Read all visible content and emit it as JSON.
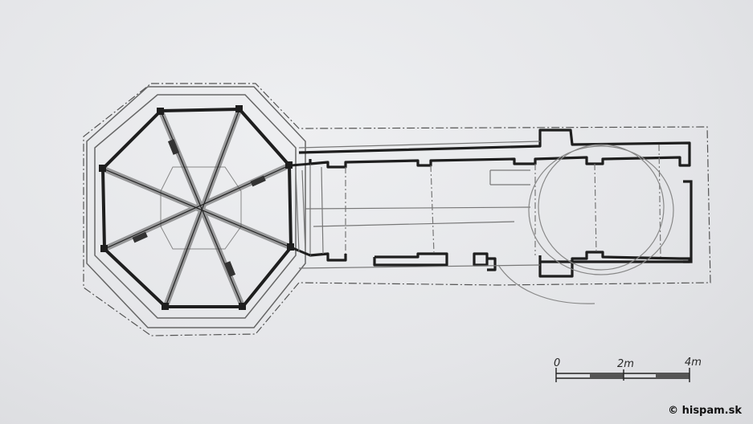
{
  "drawing": {
    "subject": "church-floor-plan-sketch",
    "ink_color": "#222222",
    "pencil_color": "#6b6b6b",
    "paper_color": "#e6e7e9"
  },
  "scale_bar": {
    "labels": [
      "0",
      "2m",
      "4m"
    ]
  },
  "watermark": {
    "text": "© hispam.sk"
  }
}
